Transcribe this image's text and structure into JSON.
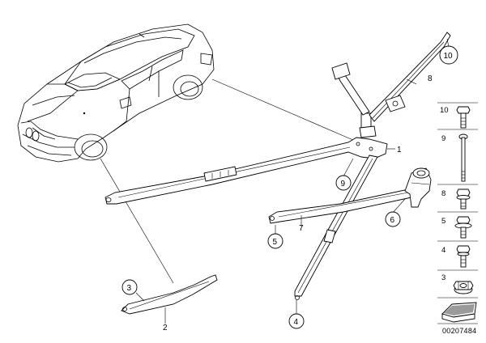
{
  "callouts": {
    "p1": "1",
    "p2": "2",
    "p3": "3",
    "p4": "4",
    "p5": "5",
    "p6": "6",
    "p7": "7",
    "p8": "8",
    "p9": "9",
    "p10": "10"
  },
  "sidebar": {
    "items": [
      {
        "label": "10",
        "icon": "bolt-hex-head-long-icon"
      },
      {
        "label": "9",
        "icon": "bolt-long-icon"
      },
      {
        "label": "8",
        "icon": "bolt-flanged-icon"
      },
      {
        "label": "5",
        "icon": "bolt-washer-icon"
      },
      {
        "label": "4",
        "icon": "bolt-short-icon"
      },
      {
        "label": "3",
        "icon": "nut-icon"
      },
      {
        "label": "",
        "icon": "shim-plate-icon"
      }
    ]
  },
  "doc_id": "00207484"
}
